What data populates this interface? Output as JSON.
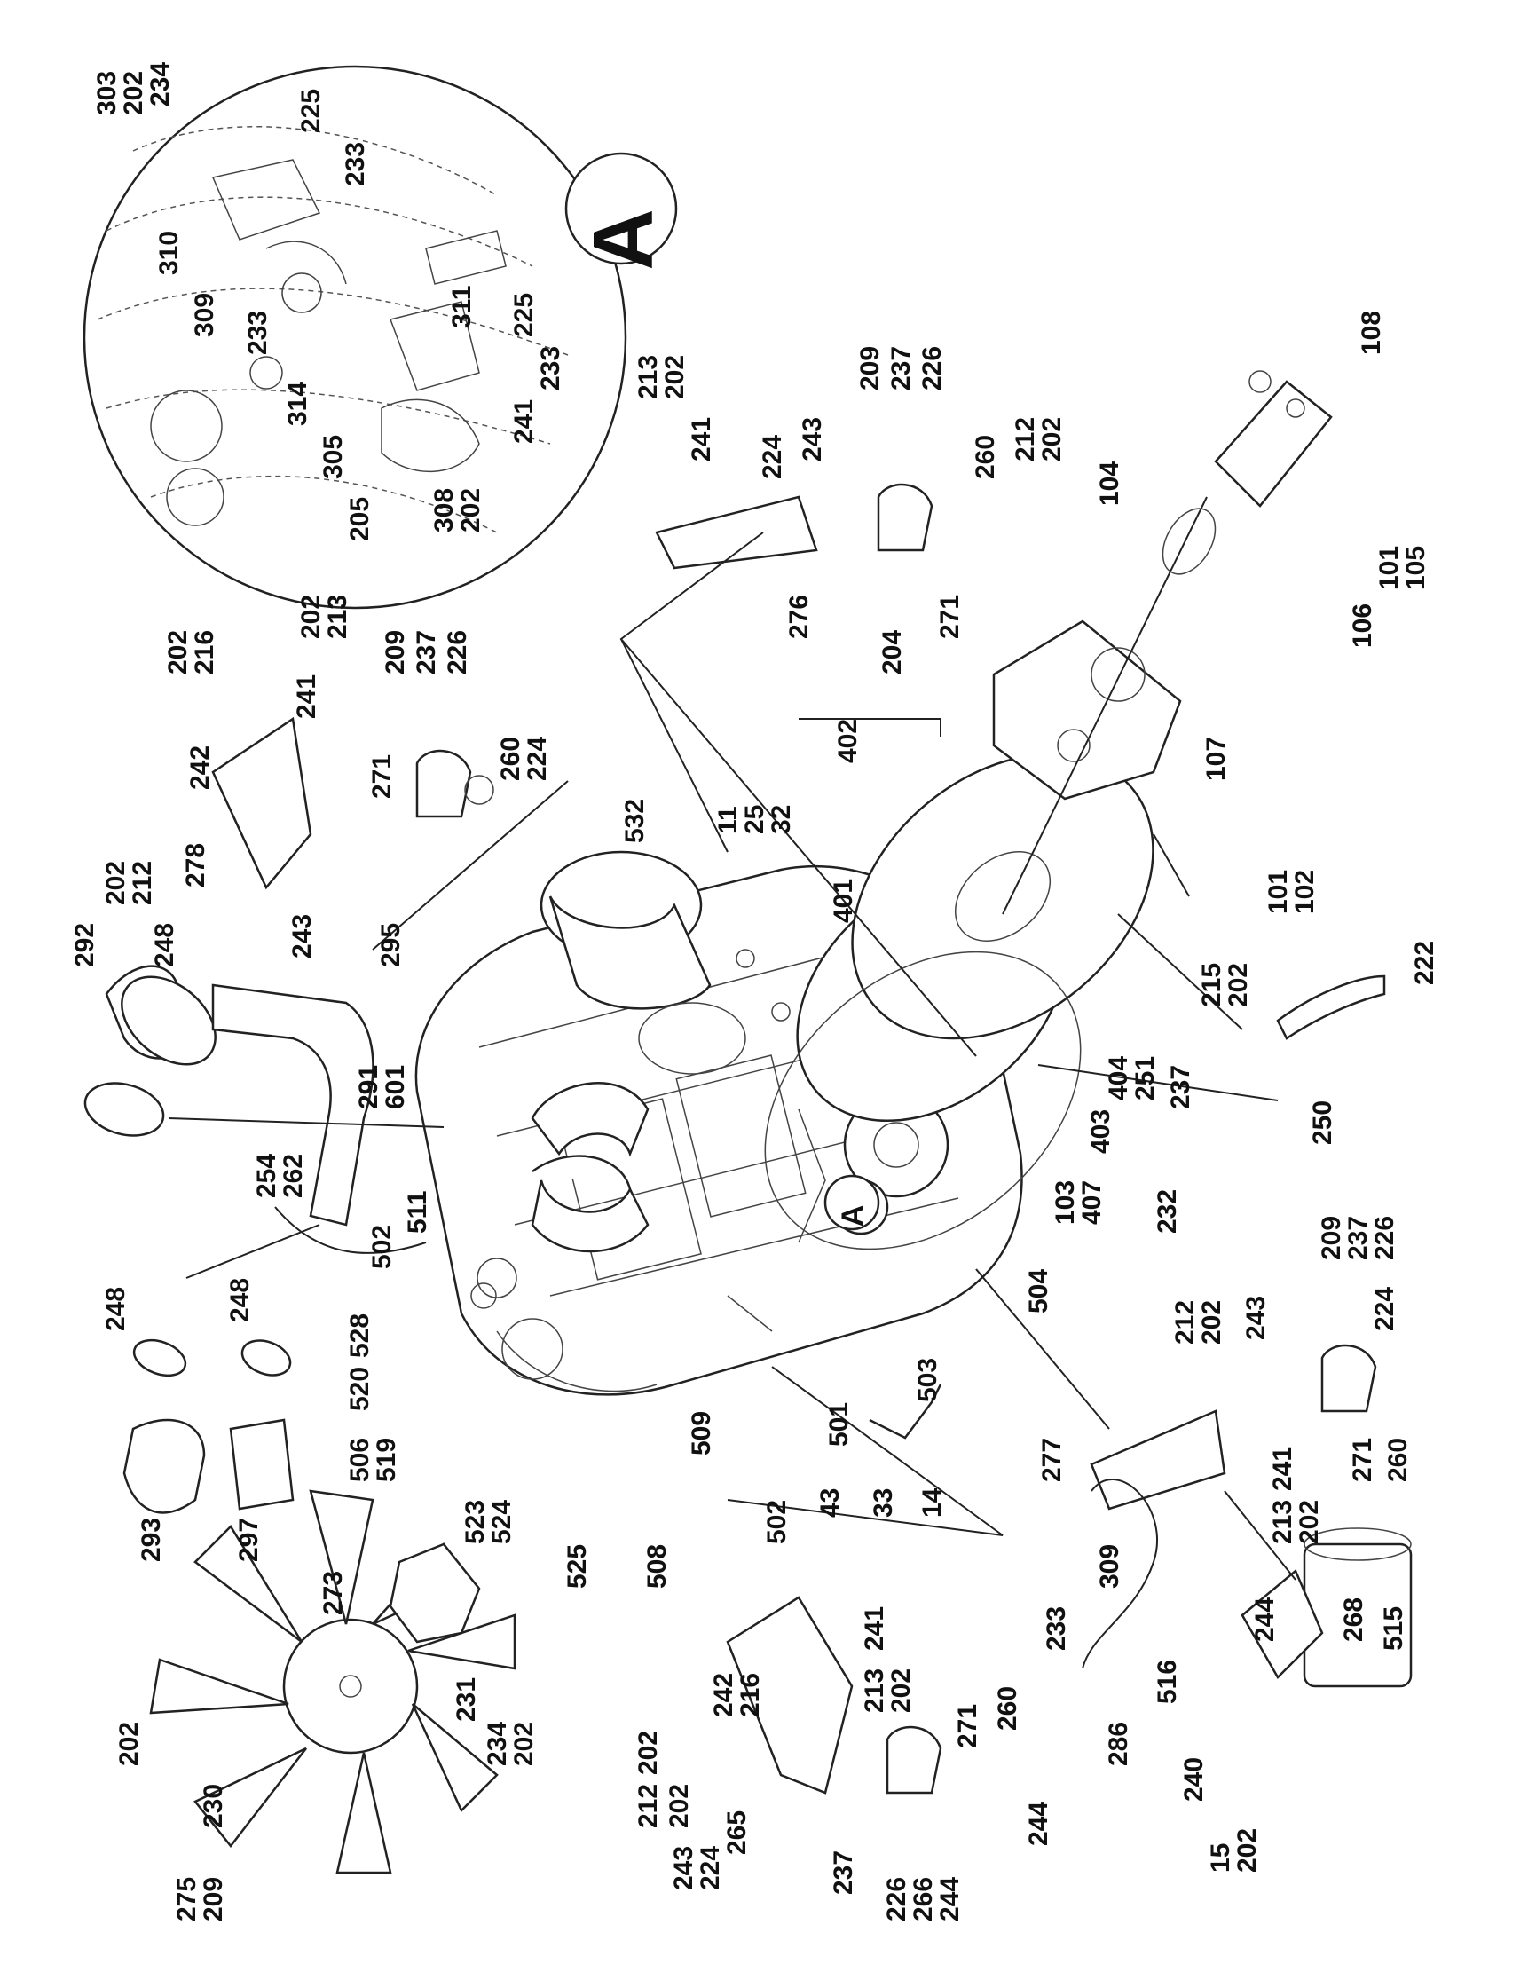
{
  "detail": {
    "letter": "A"
  },
  "callouts": [
    "303",
    "202",
    "234",
    "225",
    "233",
    "310",
    "309",
    "233",
    "311",
    "225",
    "233",
    "314",
    "305",
    "241",
    "205",
    "308",
    "202",
    "213",
    "202",
    "241",
    "224",
    "243",
    "209",
    "237",
    "226",
    "260",
    "212",
    "202",
    "276",
    "271",
    "108",
    "104",
    "101",
    "105",
    "106",
    "202",
    "213",
    "209",
    "237",
    "226",
    "202",
    "216",
    "241",
    "242",
    "271",
    "260",
    "224",
    "278",
    "202",
    "212",
    "243",
    "292",
    "248",
    "295",
    "532",
    "11",
    "25",
    "32",
    "204",
    "402",
    "107",
    "401",
    "101",
    "102",
    "215",
    "202",
    "222",
    "291",
    "601",
    "403",
    "237",
    "404",
    "251",
    "250",
    "254",
    "262",
    "511",
    "502",
    "232",
    "103",
    "407",
    "504",
    "209",
    "237",
    "226",
    "212",
    "202",
    "243",
    "224",
    "248",
    "248",
    "528",
    "520",
    "506",
    "519",
    "503",
    "277",
    "271",
    "260",
    "523",
    "524",
    "241",
    "213",
    "202",
    "501",
    "509",
    "502",
    "43",
    "33",
    "14",
    "293",
    "297",
    "273",
    "525",
    "508",
    "309",
    "233",
    "244",
    "268",
    "515",
    "241",
    "213",
    "202",
    "271",
    "260",
    "242",
    "216",
    "202",
    "212",
    "202",
    "243",
    "224",
    "265",
    "244",
    "516",
    "286",
    "240",
    "202",
    "231",
    "234",
    "202",
    "230",
    "275",
    "209",
    "237",
    "226",
    "266",
    "244",
    "15",
    "202"
  ]
}
